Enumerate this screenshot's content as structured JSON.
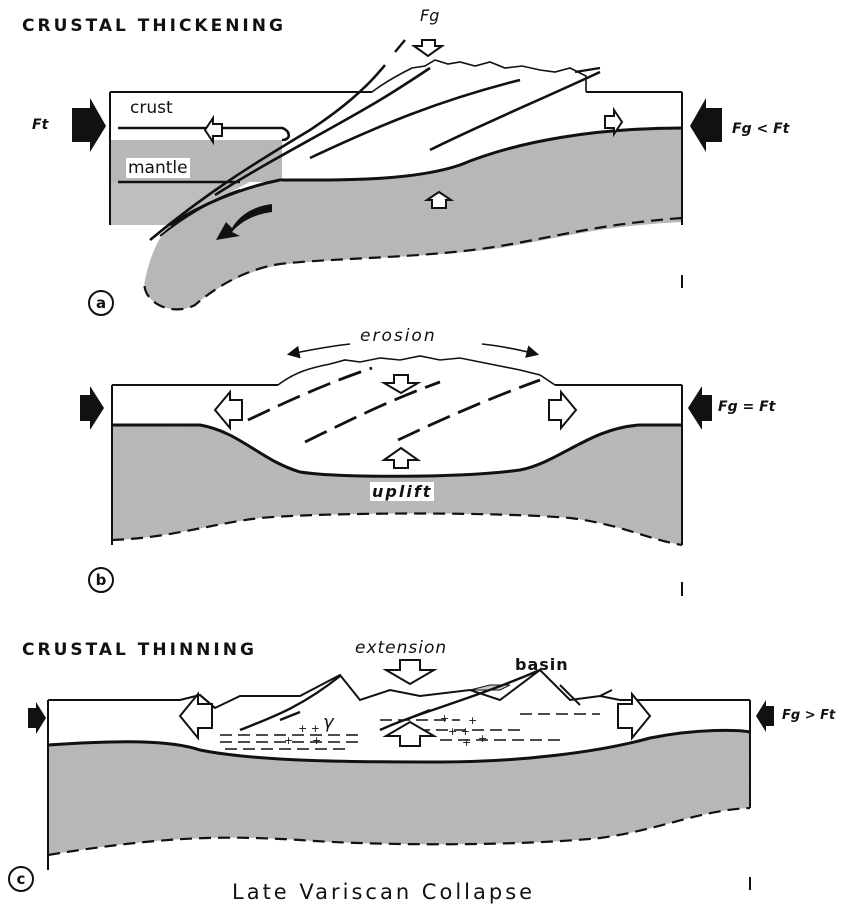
{
  "headings": {
    "thickening": "CRUSTAL THICKENING",
    "thinning": "CRUSTAL THINNING"
  },
  "panel_a": {
    "tag": "a",
    "force_left": "Ft",
    "force_top": "Fg",
    "force_right": "Fg < Ft",
    "layer_crust": "crust",
    "layer_mantle": "mantle"
  },
  "panel_b": {
    "tag": "b",
    "erosion": "erosion",
    "uplift": "uplift",
    "force_right": "Fg = Ft"
  },
  "panel_c": {
    "tag": "c",
    "extension": "extension",
    "basin": "basin",
    "gamma": "γ",
    "force_right": "Fg > Ft"
  },
  "caption": "Late Variscan Collapse",
  "colors": {
    "ink": "#111111",
    "mantle_fill": "#b9b9b9",
    "crust_fill": "#ffffff"
  }
}
